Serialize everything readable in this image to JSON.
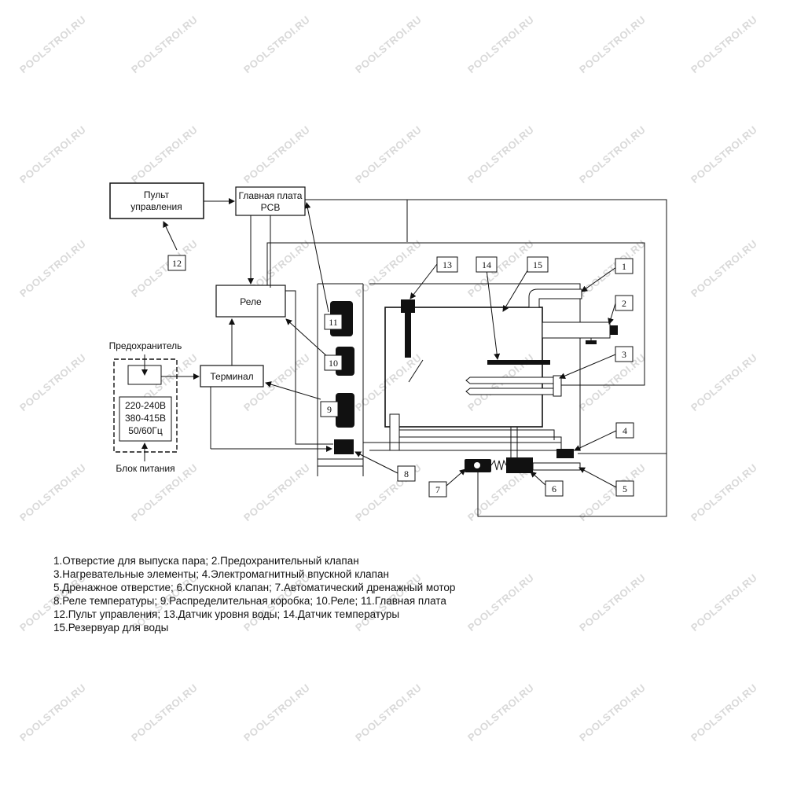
{
  "watermark": "POOLSTROI.RU",
  "blocks": {
    "control_panel": [
      "Пульт",
      "управления"
    ],
    "main_board": [
      "Главная плата",
      "PCB"
    ],
    "relay": "Реле",
    "terminal": "Терминал",
    "fuse": "Предохранитель",
    "voltage": [
      "220-240В",
      "380-415В",
      "50/60Гц"
    ],
    "power_supply": "Блок питания"
  },
  "callouts": [
    "1",
    "2",
    "3",
    "4",
    "5",
    "6",
    "7",
    "8",
    "9",
    "10",
    "11",
    "12",
    "13",
    "14",
    "15"
  ],
  "legend": [
    "1.Отверстие для выпуска пара; 2.Предохранительный клапан",
    "3.Нагревательные элементы; 4.Электромагнитный впускной клапан",
    "5.Дренажное отверстие; 6.Спускной клапан; 7.Автоматический дренажный мотор",
    "8.Реле температуры; 9.Распределительная коробка; 10.Реле; 11.Главная плата",
    "12.Пульт управления; 13.Датчик уровня воды; 14.Датчик температуры",
    "15.Резервуар для воды"
  ]
}
